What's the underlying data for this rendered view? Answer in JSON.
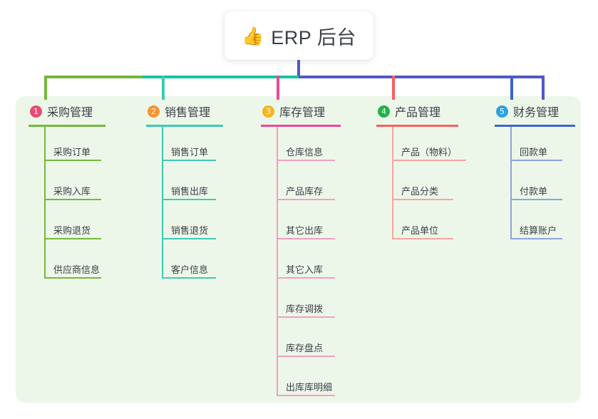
{
  "root": {
    "icon": "thumbs-up-icon",
    "emoji": "👍",
    "title": "ERP 后台"
  },
  "theme": {
    "page_background": "#ffffff",
    "panel_background": "#edf7e9",
    "text_color": "#3b4049",
    "trunk_color": "#5159c4",
    "bus_green": "#74b83e",
    "bus_teal": "#14c3a2",
    "bus_blue": "#5159c4"
  },
  "columns": [
    {
      "number": "1",
      "title": "采购管理",
      "badge_color": "#ea4a73",
      "line_color": "#74b83e",
      "items": [
        {
          "label": "采购订单"
        },
        {
          "label": "采购入库"
        },
        {
          "label": "采购退货"
        },
        {
          "label": "供应商信息"
        }
      ]
    },
    {
      "number": "2",
      "title": "销售管理",
      "badge_color": "#f5942f",
      "line_color": "#3fc9b5",
      "items": [
        {
          "label": "销售订单"
        },
        {
          "label": "销售出库"
        },
        {
          "label": "销售退货"
        },
        {
          "label": "客户信息"
        }
      ]
    },
    {
      "number": "3",
      "title": "库存管理",
      "badge_color": "#f5b51f",
      "line_color": "#ec4899",
      "item_line_color": "#f0a0c4",
      "items": [
        {
          "label": "仓库信息"
        },
        {
          "label": "产品库存"
        },
        {
          "label": "其它出库"
        },
        {
          "label": "其它入库"
        },
        {
          "label": "库存调拨"
        },
        {
          "label": "库存盘点"
        },
        {
          "label": "出库库明细"
        }
      ]
    },
    {
      "number": "4",
      "title": "产品管理",
      "badge_color": "#22b14c",
      "line_color": "#f85f5f",
      "item_line_color": "#f6a5a0",
      "items": [
        {
          "label": "产品（物料）"
        },
        {
          "label": "产品分类"
        },
        {
          "label": "产品单位"
        }
      ]
    },
    {
      "number": "5",
      "title": "财务管理",
      "badge_color": "#29a3e0",
      "line_color": "#3f63cf",
      "item_line_color": "#8ea4dd",
      "items": [
        {
          "label": "回款单"
        },
        {
          "label": "付款单"
        },
        {
          "label": "结算账户"
        }
      ]
    }
  ]
}
